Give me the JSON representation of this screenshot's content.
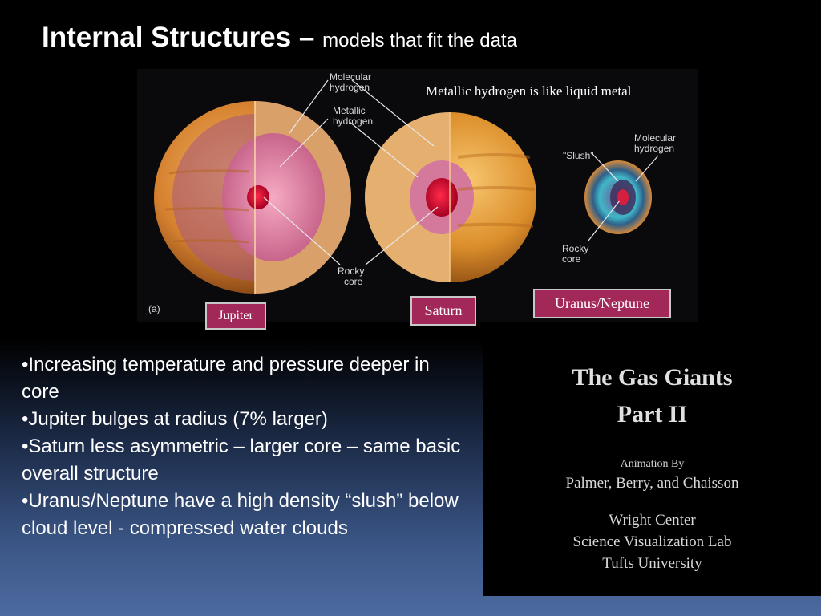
{
  "slide": {
    "title": "Internal Structures –",
    "subtitle": "models that fit the data"
  },
  "figure": {
    "note": "Metallic hydrogen is like liquid metal",
    "labels": {
      "molecular_hydrogen_1": "Molecular",
      "molecular_hydrogen_2": "hydrogen",
      "metallic_hydrogen_1": "Metallic",
      "metallic_hydrogen_2": "hydrogen",
      "rocky_core_1": "Rocky",
      "rocky_core_2": "core",
      "slush": "\"Slush\"",
      "molecular_hydrogen_u1": "Molecular",
      "molecular_hydrogen_u2": "hydrogen",
      "rocky_core_u1": "Rocky",
      "rocky_core_u2": "core",
      "panel_letter": "(a)"
    },
    "planet_tags": {
      "jupiter": "Jupiter",
      "saturn": "Saturn",
      "uranus_neptune": "Uranus/Neptune"
    }
  },
  "bullets": [
    "•Increasing temperature and pressure deeper in core",
    "•Jupiter bulges at radius (7% larger)",
    "•Saturn less asymmetric – larger core – same basic overall structure",
    "•Uranus/Neptune have a high density “slush” below cloud level - compressed water clouds"
  ],
  "video": {
    "title_line1": "The Gas Giants",
    "title_line2": "Part II",
    "animation_by": "Animation By",
    "authors": "Palmer, Berry, and Chaisson",
    "org_line1": "Wright Center",
    "org_line2": "Science Visualization Lab",
    "org_line3": "Tufts University"
  }
}
